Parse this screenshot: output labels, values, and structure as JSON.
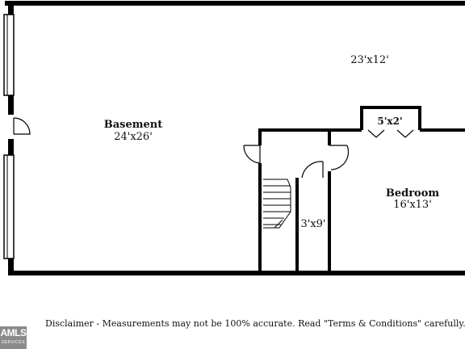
{
  "rooms": {
    "basement": {
      "name": "Basement",
      "dim": "24'x26'"
    },
    "upper_right": {
      "dim": "23'x12'"
    },
    "closet": {
      "dim": "5'x2'"
    },
    "bedroom": {
      "name": "Bedroom",
      "dim": "16'x13'"
    },
    "hall": {
      "dim": "3'x9'"
    }
  },
  "disclaimer": "Disclaimer - Measurements may not be 100% accurate. Read \"Terms & Conditions\" carefully. © PlanOmatic",
  "logo": {
    "line1": "AMLS",
    "line2": "SERVICES"
  }
}
